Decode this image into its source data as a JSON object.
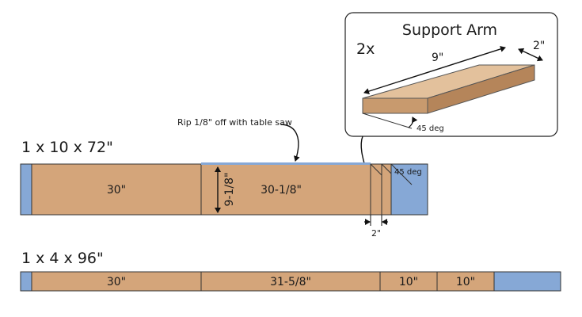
{
  "inset": {
    "title": "Support Arm",
    "quantity": "2x",
    "length_label": "9\"",
    "width_label": "2\"",
    "angle_label": "45 deg"
  },
  "board1": {
    "title": "1 x 10 x 72\"",
    "rip_note": "Rip 1/8\" off with table saw",
    "segments": [
      {
        "label": "30\""
      },
      {
        "label": "30-1/8\""
      }
    ],
    "width_label": "9-1/8\"",
    "arm_width_label": "2\"",
    "angle_label": "45 deg"
  },
  "board2": {
    "title": "1 x 4 x 96\"",
    "segments": [
      {
        "label": "30\""
      },
      {
        "label": "31-5/8\""
      },
      {
        "label": "10\""
      },
      {
        "label": "10\""
      }
    ]
  },
  "colors": {
    "wood": "#d4a57a",
    "waste": "#86a8d6",
    "outline": "#333333"
  }
}
